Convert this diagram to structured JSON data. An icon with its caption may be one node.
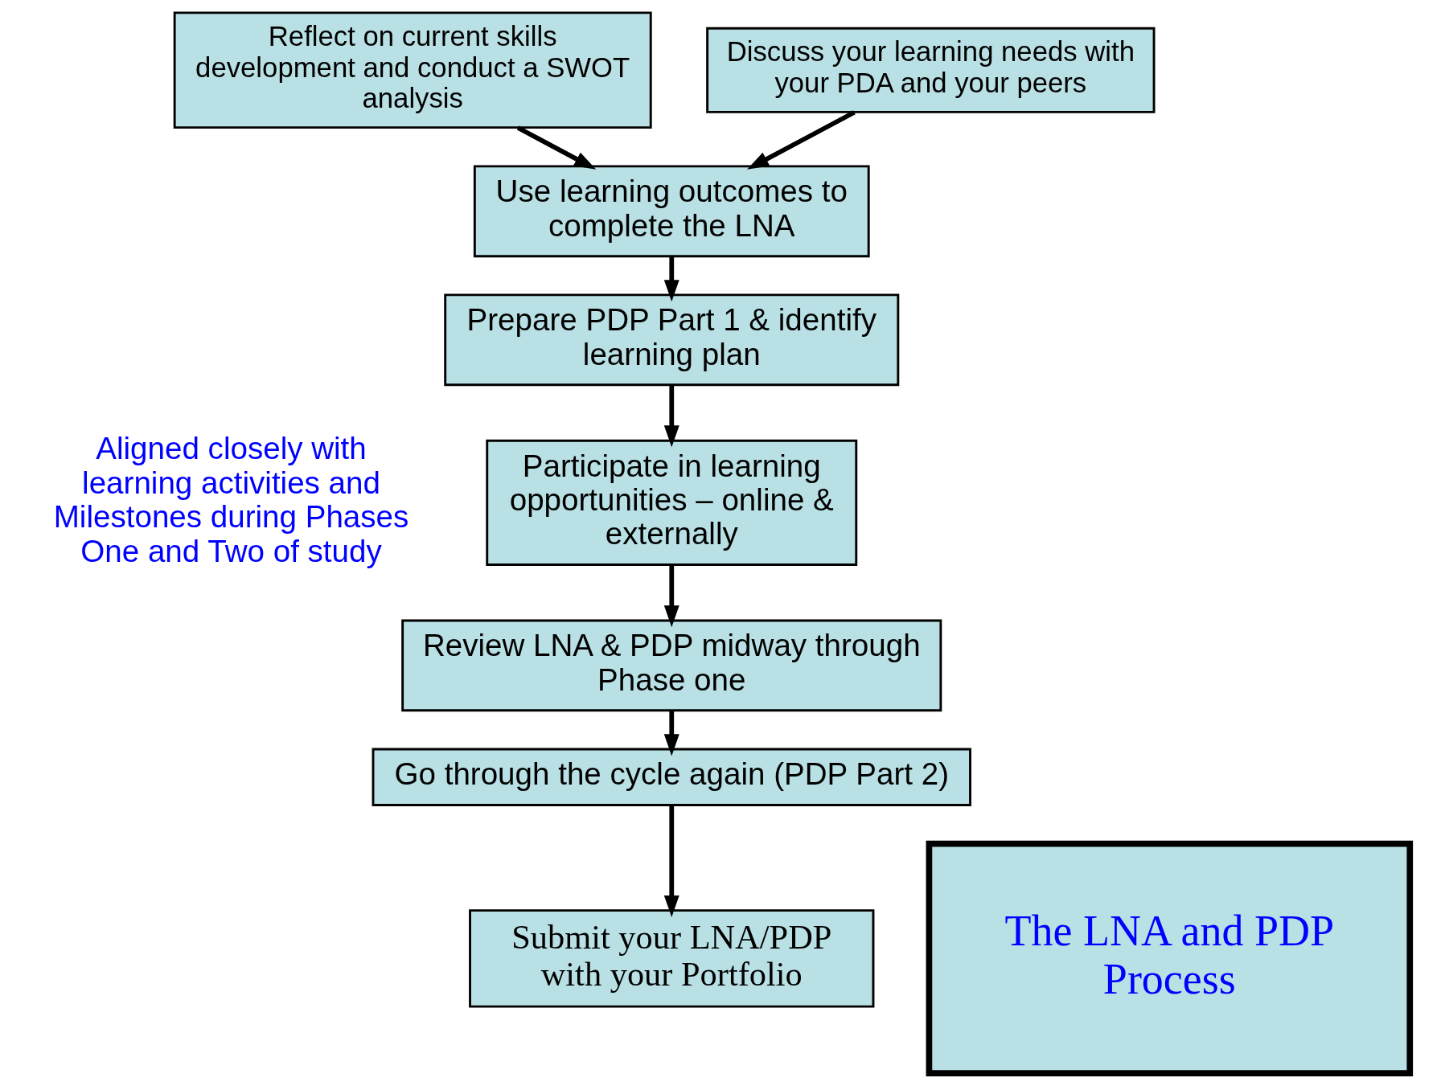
{
  "diagram": {
    "nodes": [
      {
        "text": [
          "Reflect on current skills development and conduct a SWOT analysis"
        ]
      },
      {
        "text": [
          "Discuss your learning needs with your PDA and your peers"
        ]
      },
      {
        "text": [
          "Use learning outcomes to complete the LNA"
        ]
      },
      {
        "text": [
          "Prepare PDP Part 1 & identify learning plan"
        ]
      },
      {
        "text": [
          "Participate in learning opportunities – online & externally"
        ]
      },
      {
        "text": [
          "Review LNA & PDP midway through Phase one"
        ]
      },
      {
        "text": [
          "Go through the cycle again (PDP Part 2)"
        ]
      },
      {
        "text": [
          "Submit your LNA/PDP with your Portfolio"
        ]
      },
      {
        "text": [
          "The LNA and PDP Process"
        ]
      }
    ],
    "edges": [
      {
        "from": 0,
        "to": 2,
        "arrow": "to"
      },
      {
        "from": 1,
        "to": 2,
        "arrow": "to"
      },
      {
        "from": 2,
        "to": 3,
        "arrow": "to"
      },
      {
        "from": 3,
        "to": 4,
        "arrow": "to"
      },
      {
        "from": 4,
        "to": 5,
        "arrow": "to"
      },
      {
        "from": 5,
        "to": 6,
        "arrow": "to"
      },
      {
        "from": 6,
        "to": 7,
        "arrow": "to"
      }
    ],
    "labels": [
      "Aligned closely with learning activities and Milestones during Phases One and Two of study"
    ]
  }
}
